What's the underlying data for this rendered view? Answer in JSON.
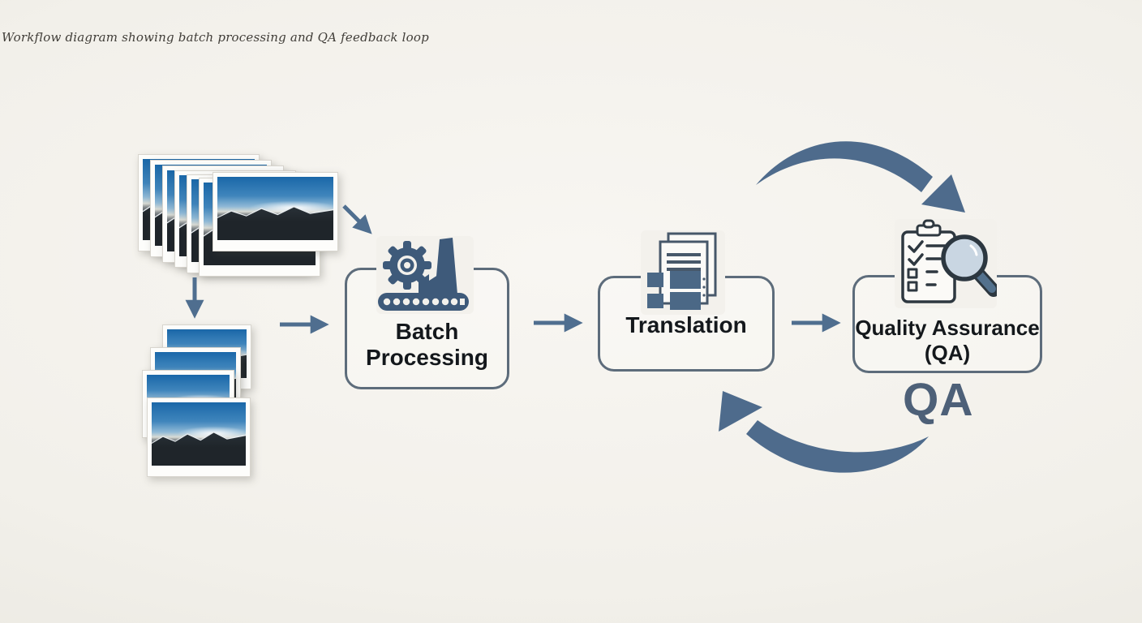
{
  "page": {
    "caption": "Workflow diagram showing batch processing and QA feedback loop"
  },
  "nodes": {
    "batch": {
      "label": "Batch Processing",
      "icon": "factory-gear-conveyor-icon"
    },
    "translation": {
      "label": "Translation",
      "icon": "translated-documents-icon"
    },
    "qa": {
      "label_line1": "Quality Assurance",
      "label_line2": "(QA)",
      "icon": "checklist-magnifier-icon"
    }
  },
  "annotations": {
    "qa_watermark": "QA"
  },
  "flow": {
    "arrows": [
      "source-photos-to-batch-photos",
      "source-photos-to-batch-processing",
      "batch-photos-to-batch-processing",
      "batch-processing-to-translation",
      "translation-to-qa",
      "feedback-loop-into-qa",
      "feedback-loop-qa-to-translation"
    ]
  },
  "colors": {
    "background": "#f2f0ea",
    "box_border": "#5d6c7b",
    "arrow": "#4f6e8f",
    "curve_arrow": "#4e6b8c",
    "icon": "#3e5a7a",
    "watermark": "#4d6078",
    "label_text": "#14181c"
  }
}
